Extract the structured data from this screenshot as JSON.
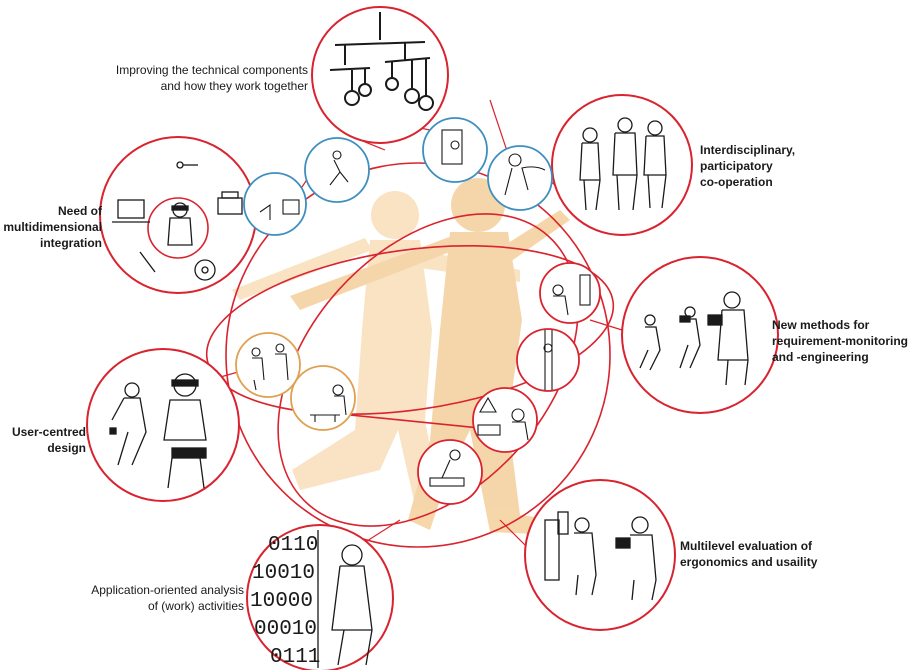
{
  "colors": {
    "red": "#d9232e",
    "blue": "#3e8fbf",
    "orange": "#e0a050",
    "silhouette": "#f2c98e",
    "ink": "#1a1a1a"
  },
  "labels": {
    "technical": [
      "Improving the technical components",
      "and how they work together"
    ],
    "interdisciplinary": [
      "Interdisciplinary,",
      "participatory",
      "co-operation"
    ],
    "multidimensional": [
      "Need of",
      "multidimensional",
      "integration"
    ],
    "methods": [
      "New methods for",
      "requirement-monitoring",
      "and -engineering"
    ],
    "user_centred": [
      "User-centred",
      "design"
    ],
    "multilevel": [
      "Multilevel evaluation of",
      "ergonomics and usaility"
    ],
    "application": [
      "Application-oriented analysis",
      "of (work) activities"
    ]
  },
  "binary": [
    "0110",
    "10010",
    "10000",
    "00010",
    "0111"
  ],
  "icons": {
    "technical": "mobile-icon",
    "interdisciplinary": "people-group-icon",
    "multidimensional": "devices-icon",
    "methods": "filming-icon",
    "user_centred": "wearable-worker-icon",
    "multilevel": "evaluation-icon",
    "application": "scientist-binary-icon"
  }
}
